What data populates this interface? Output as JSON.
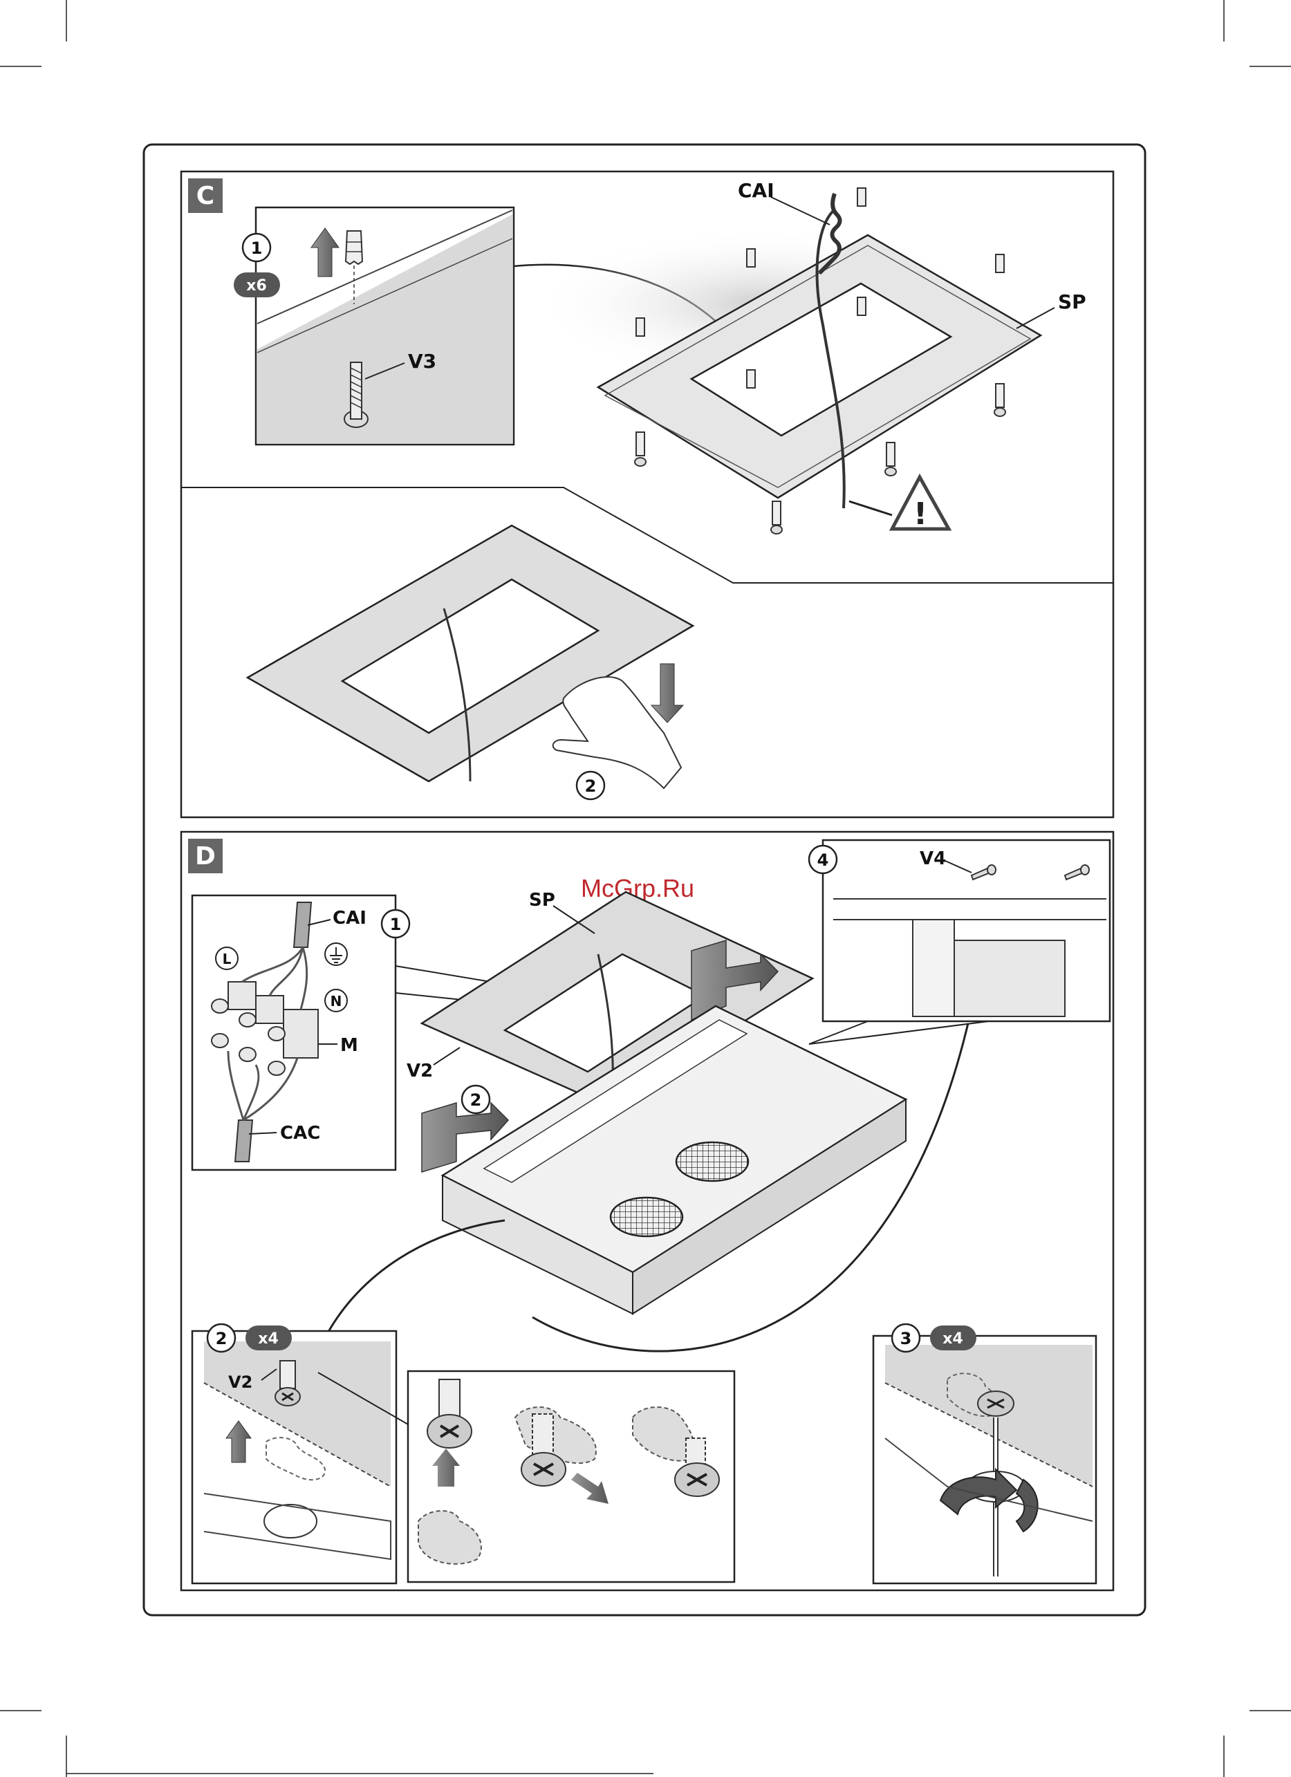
{
  "sections": {
    "c": {
      "tag": "C",
      "labels": {
        "cai": "CAI",
        "sp": "SP",
        "v3": "V3"
      },
      "steps": {
        "step1": "1",
        "step1_qty": "x6",
        "step2": "2"
      }
    },
    "d": {
      "tag": "D",
      "labels": {
        "sp": "SP",
        "v2": "V2",
        "v4": "V4",
        "cai": "CAI",
        "cac": "CAC",
        "m": "M",
        "l": "L",
        "n": "N"
      },
      "steps": {
        "step1": "1",
        "step2": "2",
        "step2_box": "2",
        "step2_qty": "x4",
        "step3": "3",
        "step3_qty": "x4",
        "step4": "4"
      },
      "detail_labels": {
        "v2": "V2"
      }
    }
  },
  "watermark": "McGrp.Ru",
  "colors": {
    "tag_fill": "#666666",
    "badge_fill": "#555555",
    "panel_gray": "#d9d9d9",
    "watermark": "#c0282d"
  }
}
